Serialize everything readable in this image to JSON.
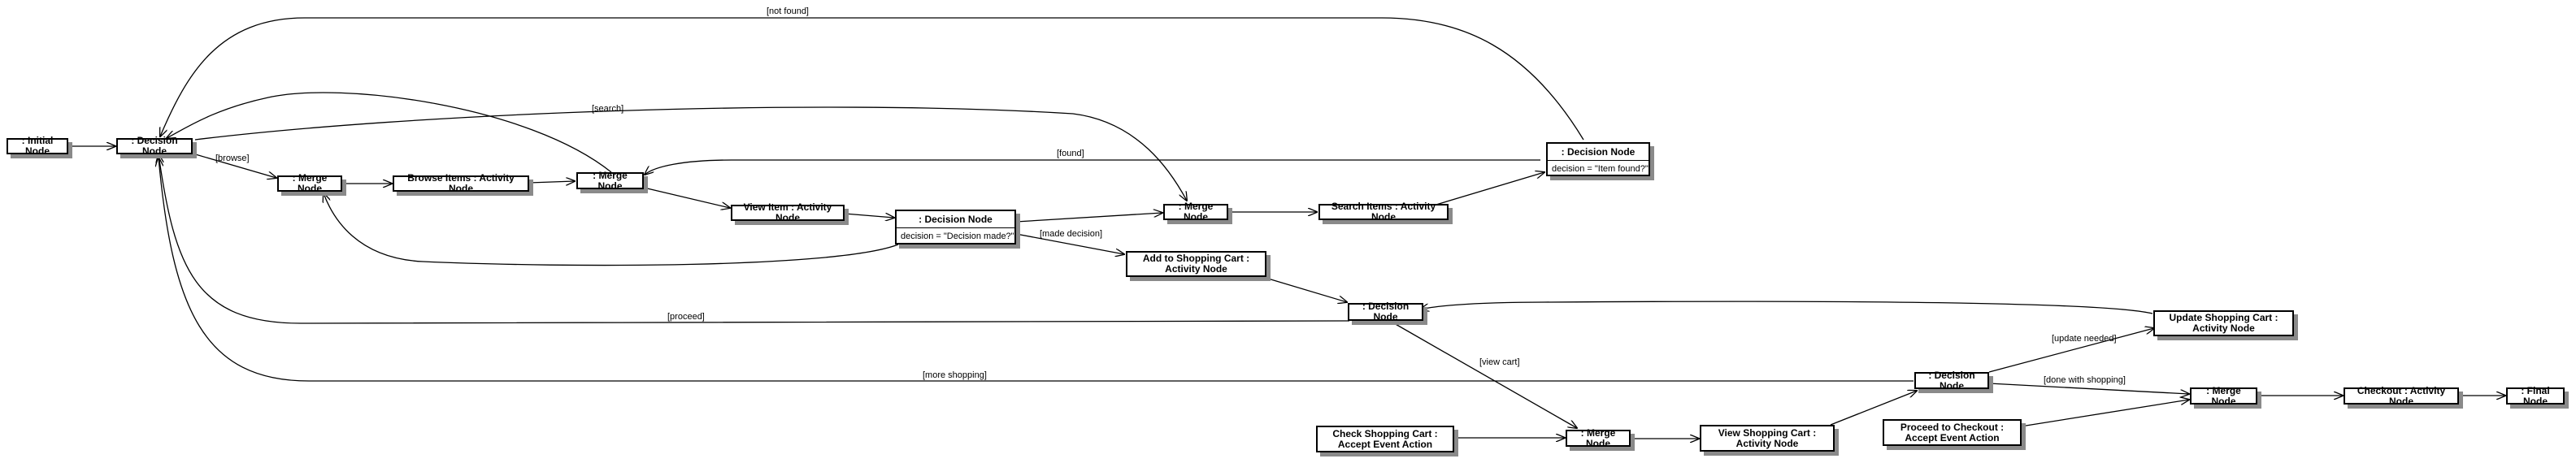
{
  "nodes": {
    "initial": ": Initial Node",
    "decision_main": ": Decision Node",
    "merge_1": ": Merge Node",
    "browse_items": "Browse Items : Activity Node",
    "merge_2": ": Merge Node",
    "view_item": "View Item : Activity Node",
    "decision_made": ": Decision Node",
    "decision_made_cond": "decision = \"Decision made?\"",
    "merge_3": ": Merge Node",
    "search_items": "Search Items : Activity Node",
    "decision_found": ": Decision Node",
    "decision_found_cond": "decision = \"Item found?\"",
    "add_to_cart": "Add to Shopping Cart : Activity Node",
    "decision_cart": ": Decision Node",
    "update_cart": "Update Shopping Cart : Activity Node",
    "decision_shopping": ": Decision Node",
    "check_cart": "Check Shopping Cart : Accept Event Action",
    "merge_4": ": Merge Node",
    "view_cart": "View Shopping Cart : Activity Node",
    "proceed_checkout": "Proceed to Checkout : Accept Event Action",
    "merge_5": ": Merge Node",
    "checkout": "Checkout : Activity Node",
    "final": ": Final Node"
  },
  "edge_labels": {
    "not_found": "[not found]",
    "search": "[search]",
    "browse": "[browse]",
    "found": "[found]",
    "made_decision": "[made decision]",
    "proceed": "[proceed]",
    "view_cart": "[view cart]",
    "more_shopping": "[more shopping]",
    "update_needed": "[update needed]",
    "done_with_shopping": "[done with shopping]"
  }
}
